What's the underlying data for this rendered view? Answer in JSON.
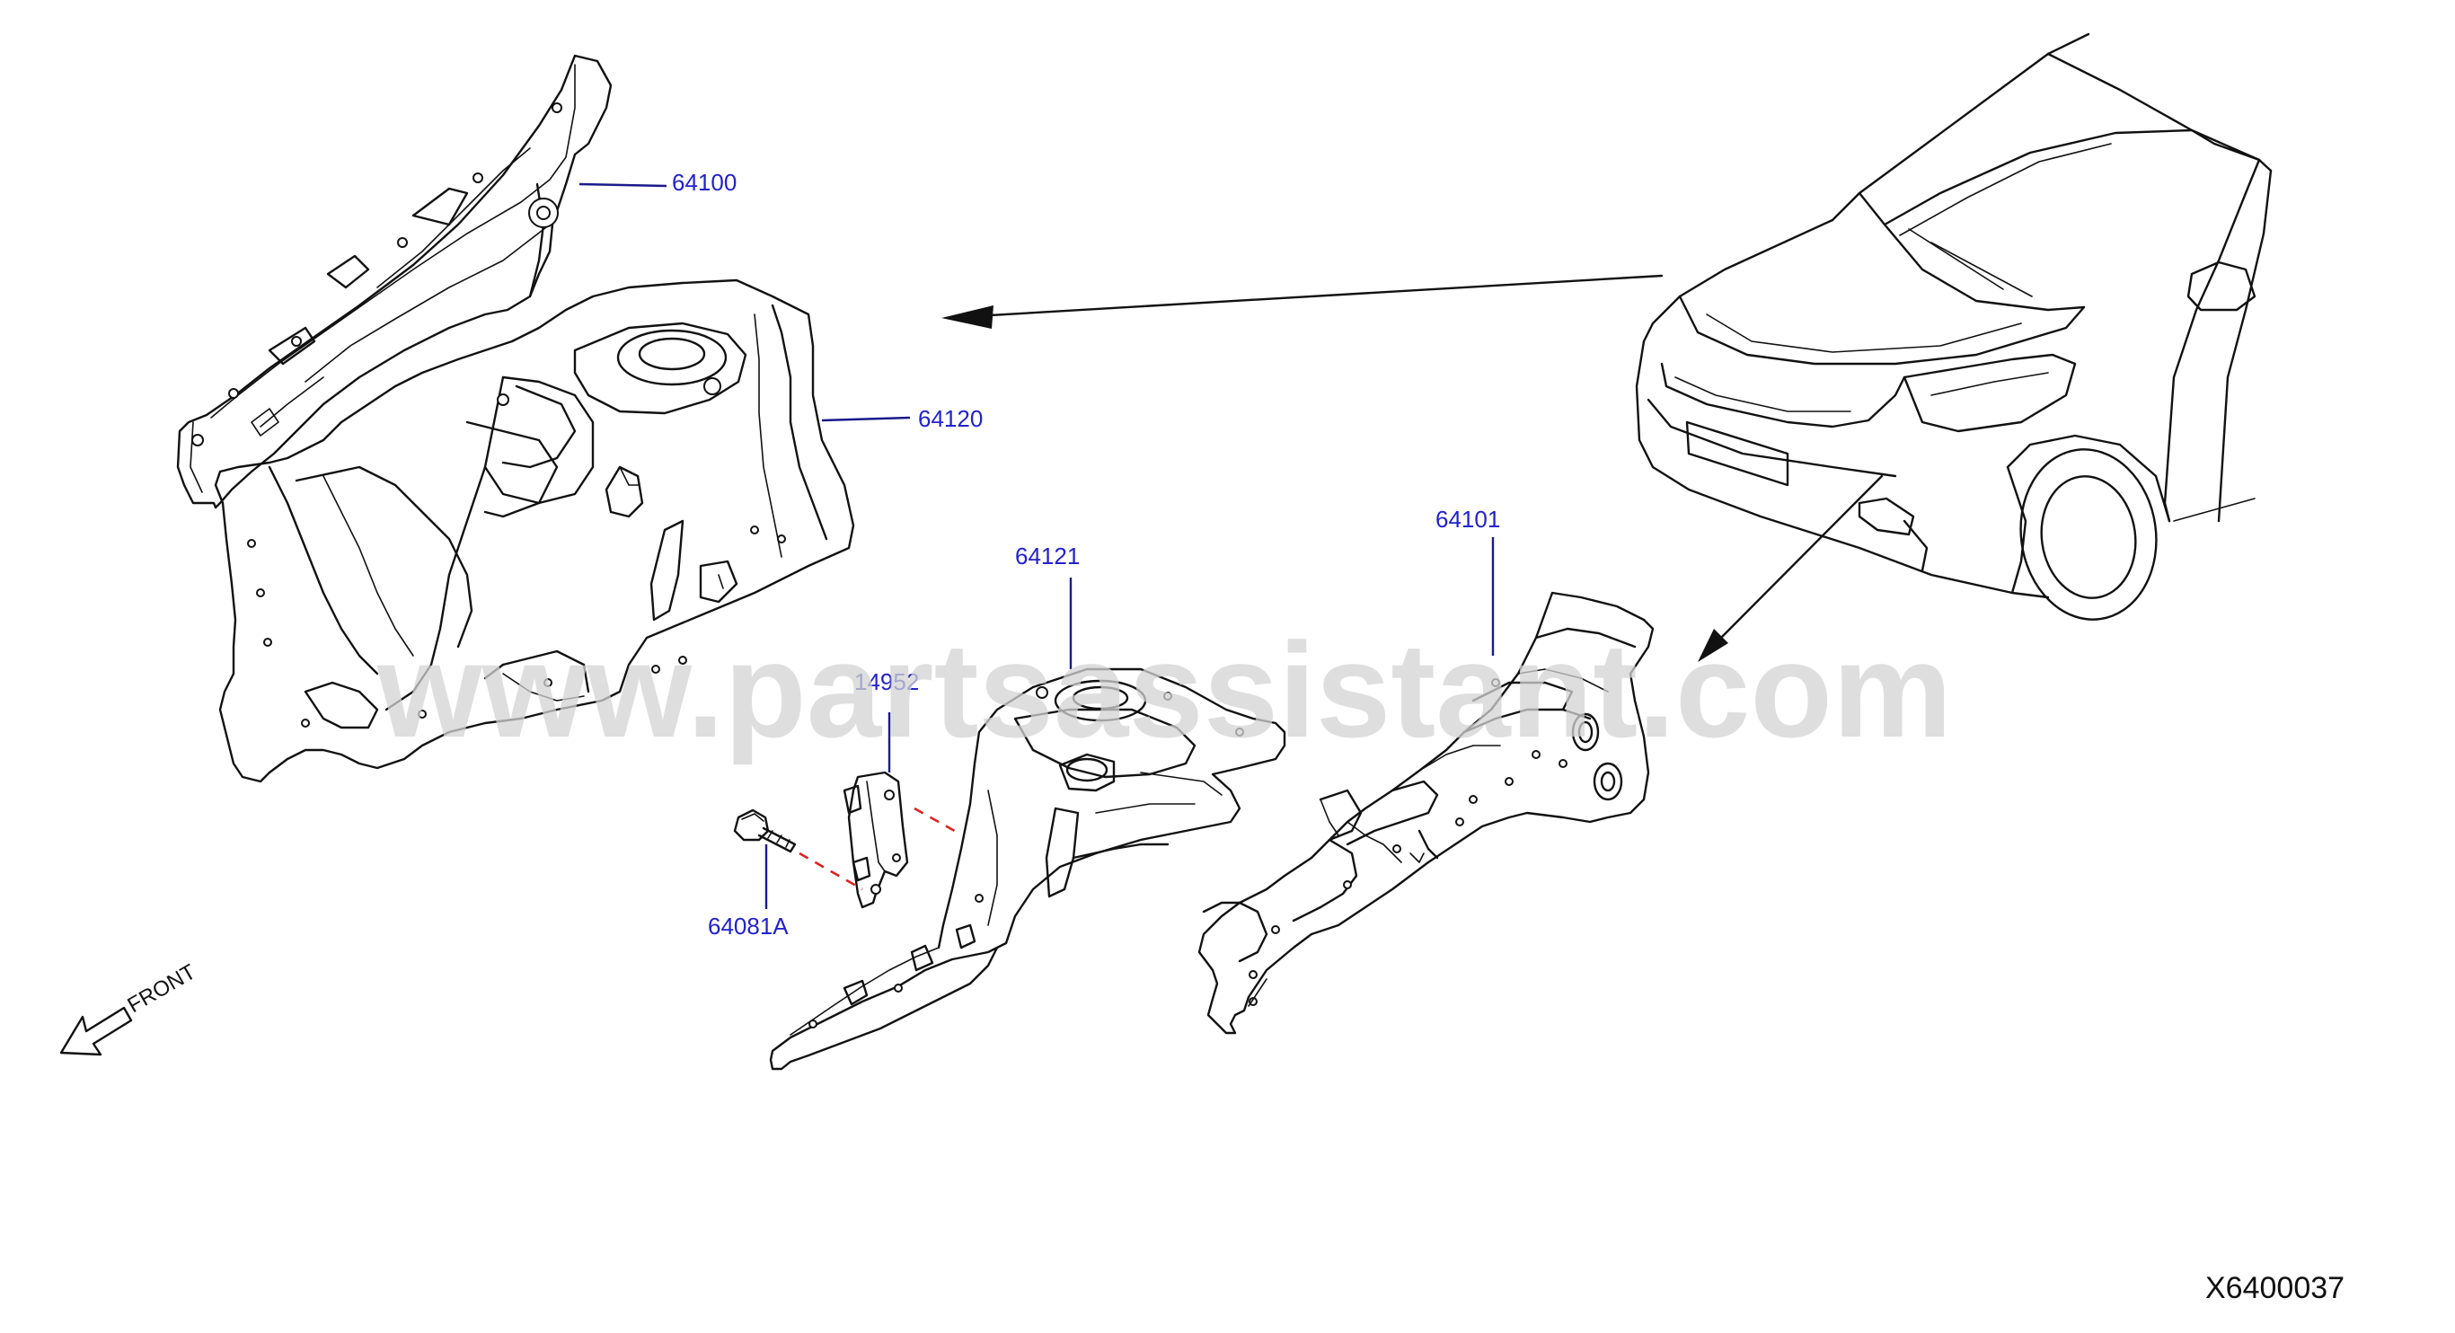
{
  "watermark": "www.partsassistant.com",
  "diagram_code": "X6400037",
  "front_indicator": "FRONT",
  "parts": [
    {
      "id": "p64100",
      "number": "64100"
    },
    {
      "id": "p64120",
      "number": "64120"
    },
    {
      "id": "p64121",
      "number": "64121"
    },
    {
      "id": "p64101",
      "number": "64101"
    },
    {
      "id": "p14952",
      "number": "14952"
    },
    {
      "id": "p64081a",
      "number": "64081A"
    }
  ],
  "colors": {
    "line_art": "#111111",
    "callout_text": "#2222cc",
    "leader_line": "#1a1a8c",
    "assembly_dash": "#e02020",
    "watermark": "#d4d4d4"
  }
}
